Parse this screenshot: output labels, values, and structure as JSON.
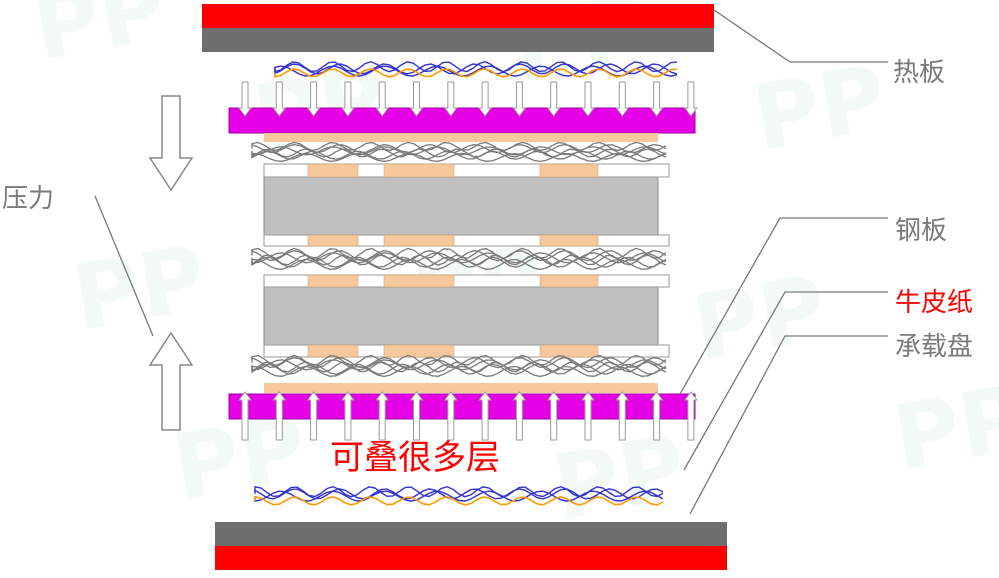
{
  "labels": {
    "hot_plate": "热板",
    "steel_plate": "钢板",
    "kraft_paper": "牛皮纸",
    "carrier_tray": "承载盘",
    "pressure": "压力",
    "stackable": "可叠很多层"
  },
  "colors": {
    "hot_plate_red": "#ff0000",
    "plate_gray": "#6e6e6e",
    "carrier_magenta": "#e600e6",
    "kraft_tan": "#f7c89b",
    "steel_gray": "#c0c0c0",
    "fiber_blue": "#3333cc",
    "fiber_orange": "#ff9900",
    "label_gray": "#7a7a7a",
    "label_red": "#ff0000"
  },
  "watermark": "PP"
}
